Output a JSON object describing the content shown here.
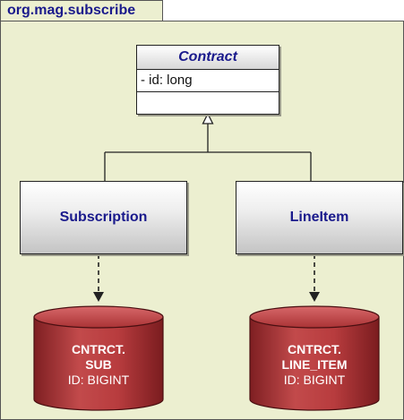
{
  "package": {
    "name": "org.mag.subscribe"
  },
  "contract_class": {
    "name": "Contract",
    "attributes": [
      "- id: long"
    ]
  },
  "entities": [
    {
      "name": "Subscription"
    },
    {
      "name": "LineItem"
    }
  ],
  "tables": [
    {
      "name_line1": "CNTRCT.",
      "name_line2": "SUB",
      "column": "ID: BIGINT"
    },
    {
      "name_line1": "CNTRCT.",
      "name_line2": "LINE_ITEM",
      "column": "ID: BIGINT"
    }
  ],
  "colors": {
    "package_fill": "#ecefd0",
    "title_text": "#1a1a8c",
    "table_fill": "#b33a3c"
  }
}
